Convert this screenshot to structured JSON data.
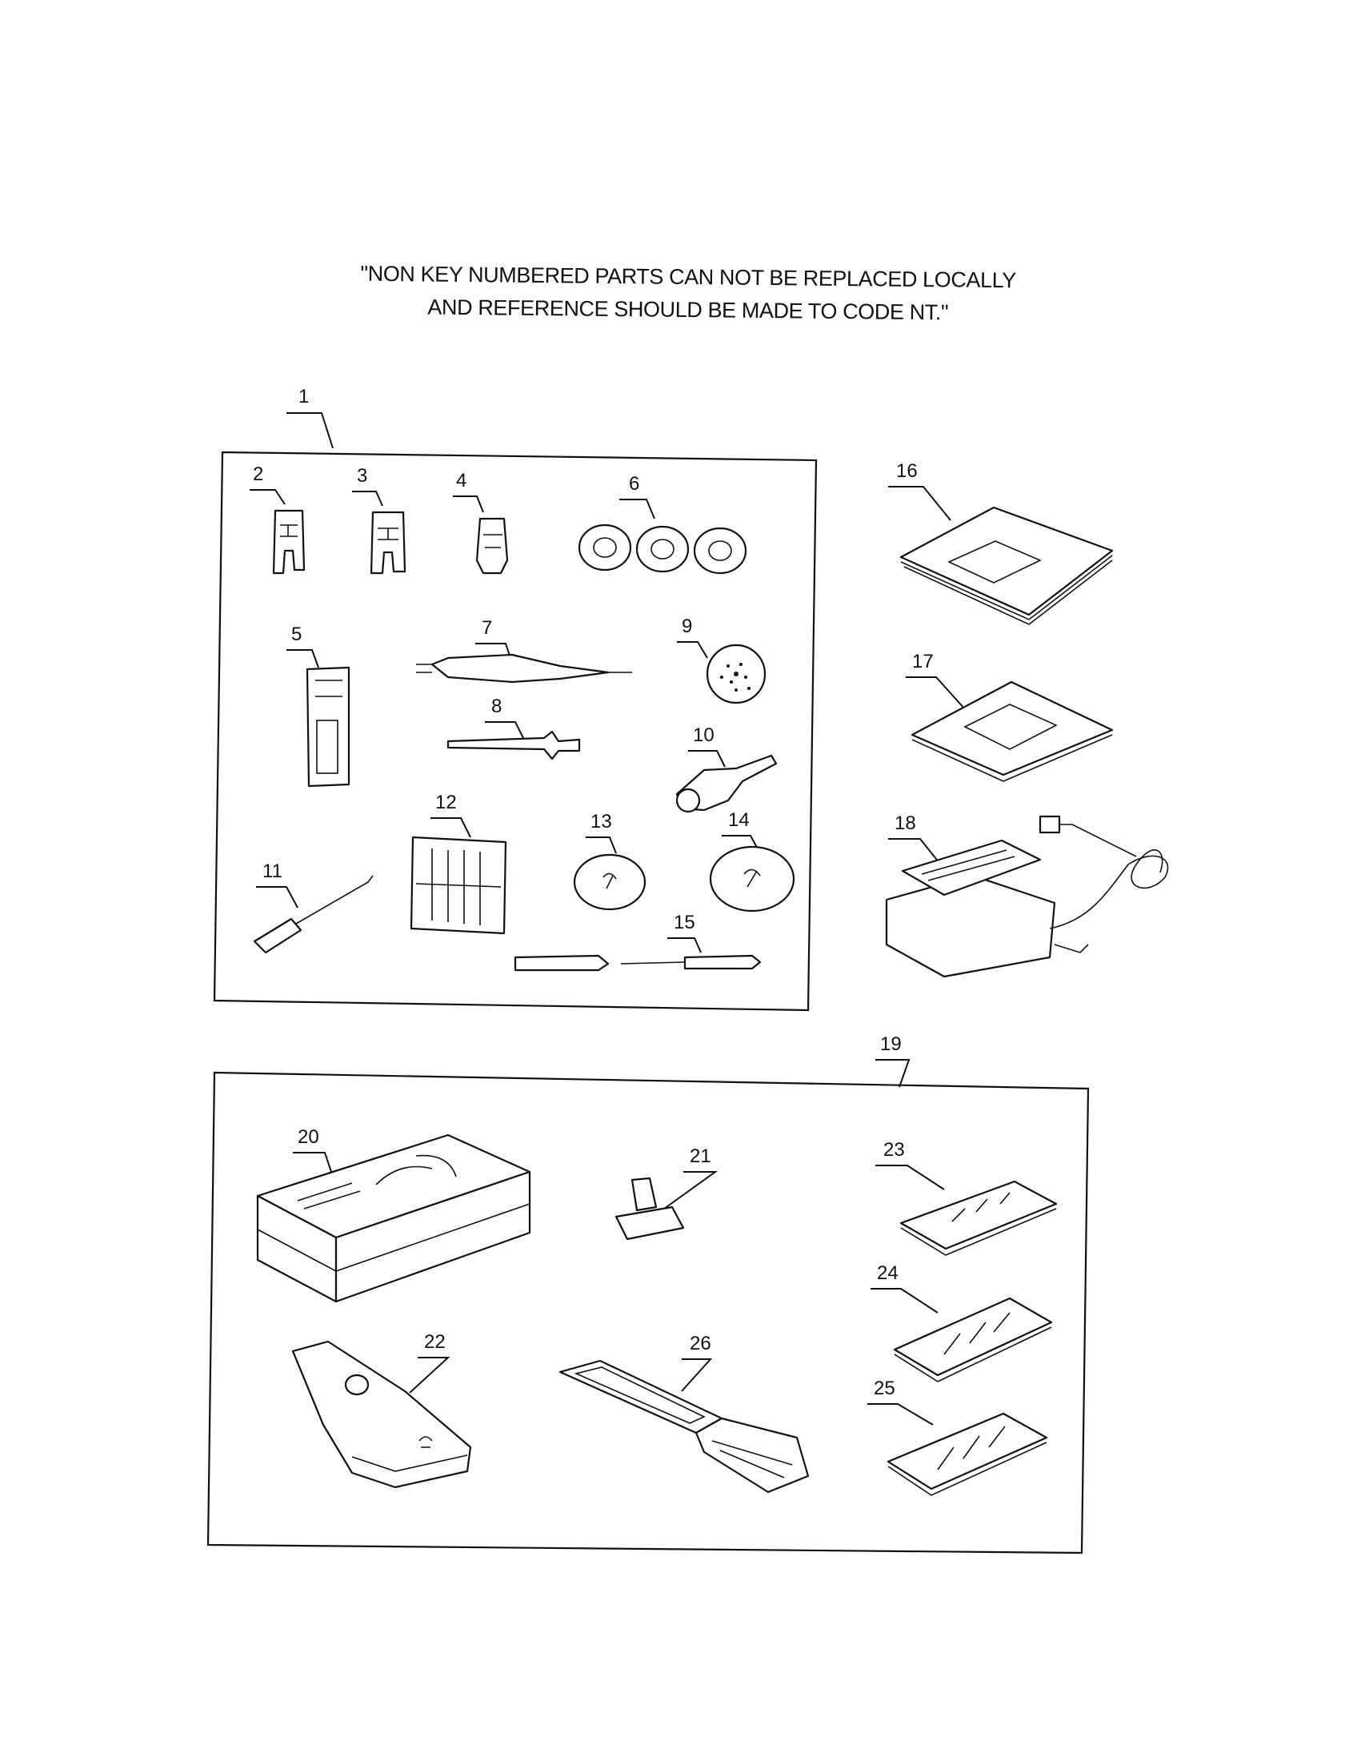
{
  "notice": {
    "line1": "\"NON KEY NUMBERED PARTS CAN NOT BE REPLACED LOCALLY",
    "line2": "AND REFERENCE SHOULD BE MADE TO CODE NT.\""
  },
  "callouts": {
    "c1": "1",
    "c2": "2",
    "c3": "3",
    "c4": "4",
    "c5": "5",
    "c6": "6",
    "c7": "7",
    "c8": "8",
    "c9": "9",
    "c10": "10",
    "c11": "11",
    "c12": "12",
    "c13": "13",
    "c14": "14",
    "c15": "15",
    "c16": "16",
    "c17": "17",
    "c18": "18",
    "c19": "19",
    "c20": "20",
    "c21": "21",
    "c22": "22",
    "c23": "23",
    "c24": "24",
    "c25": "25",
    "c26": "26"
  }
}
